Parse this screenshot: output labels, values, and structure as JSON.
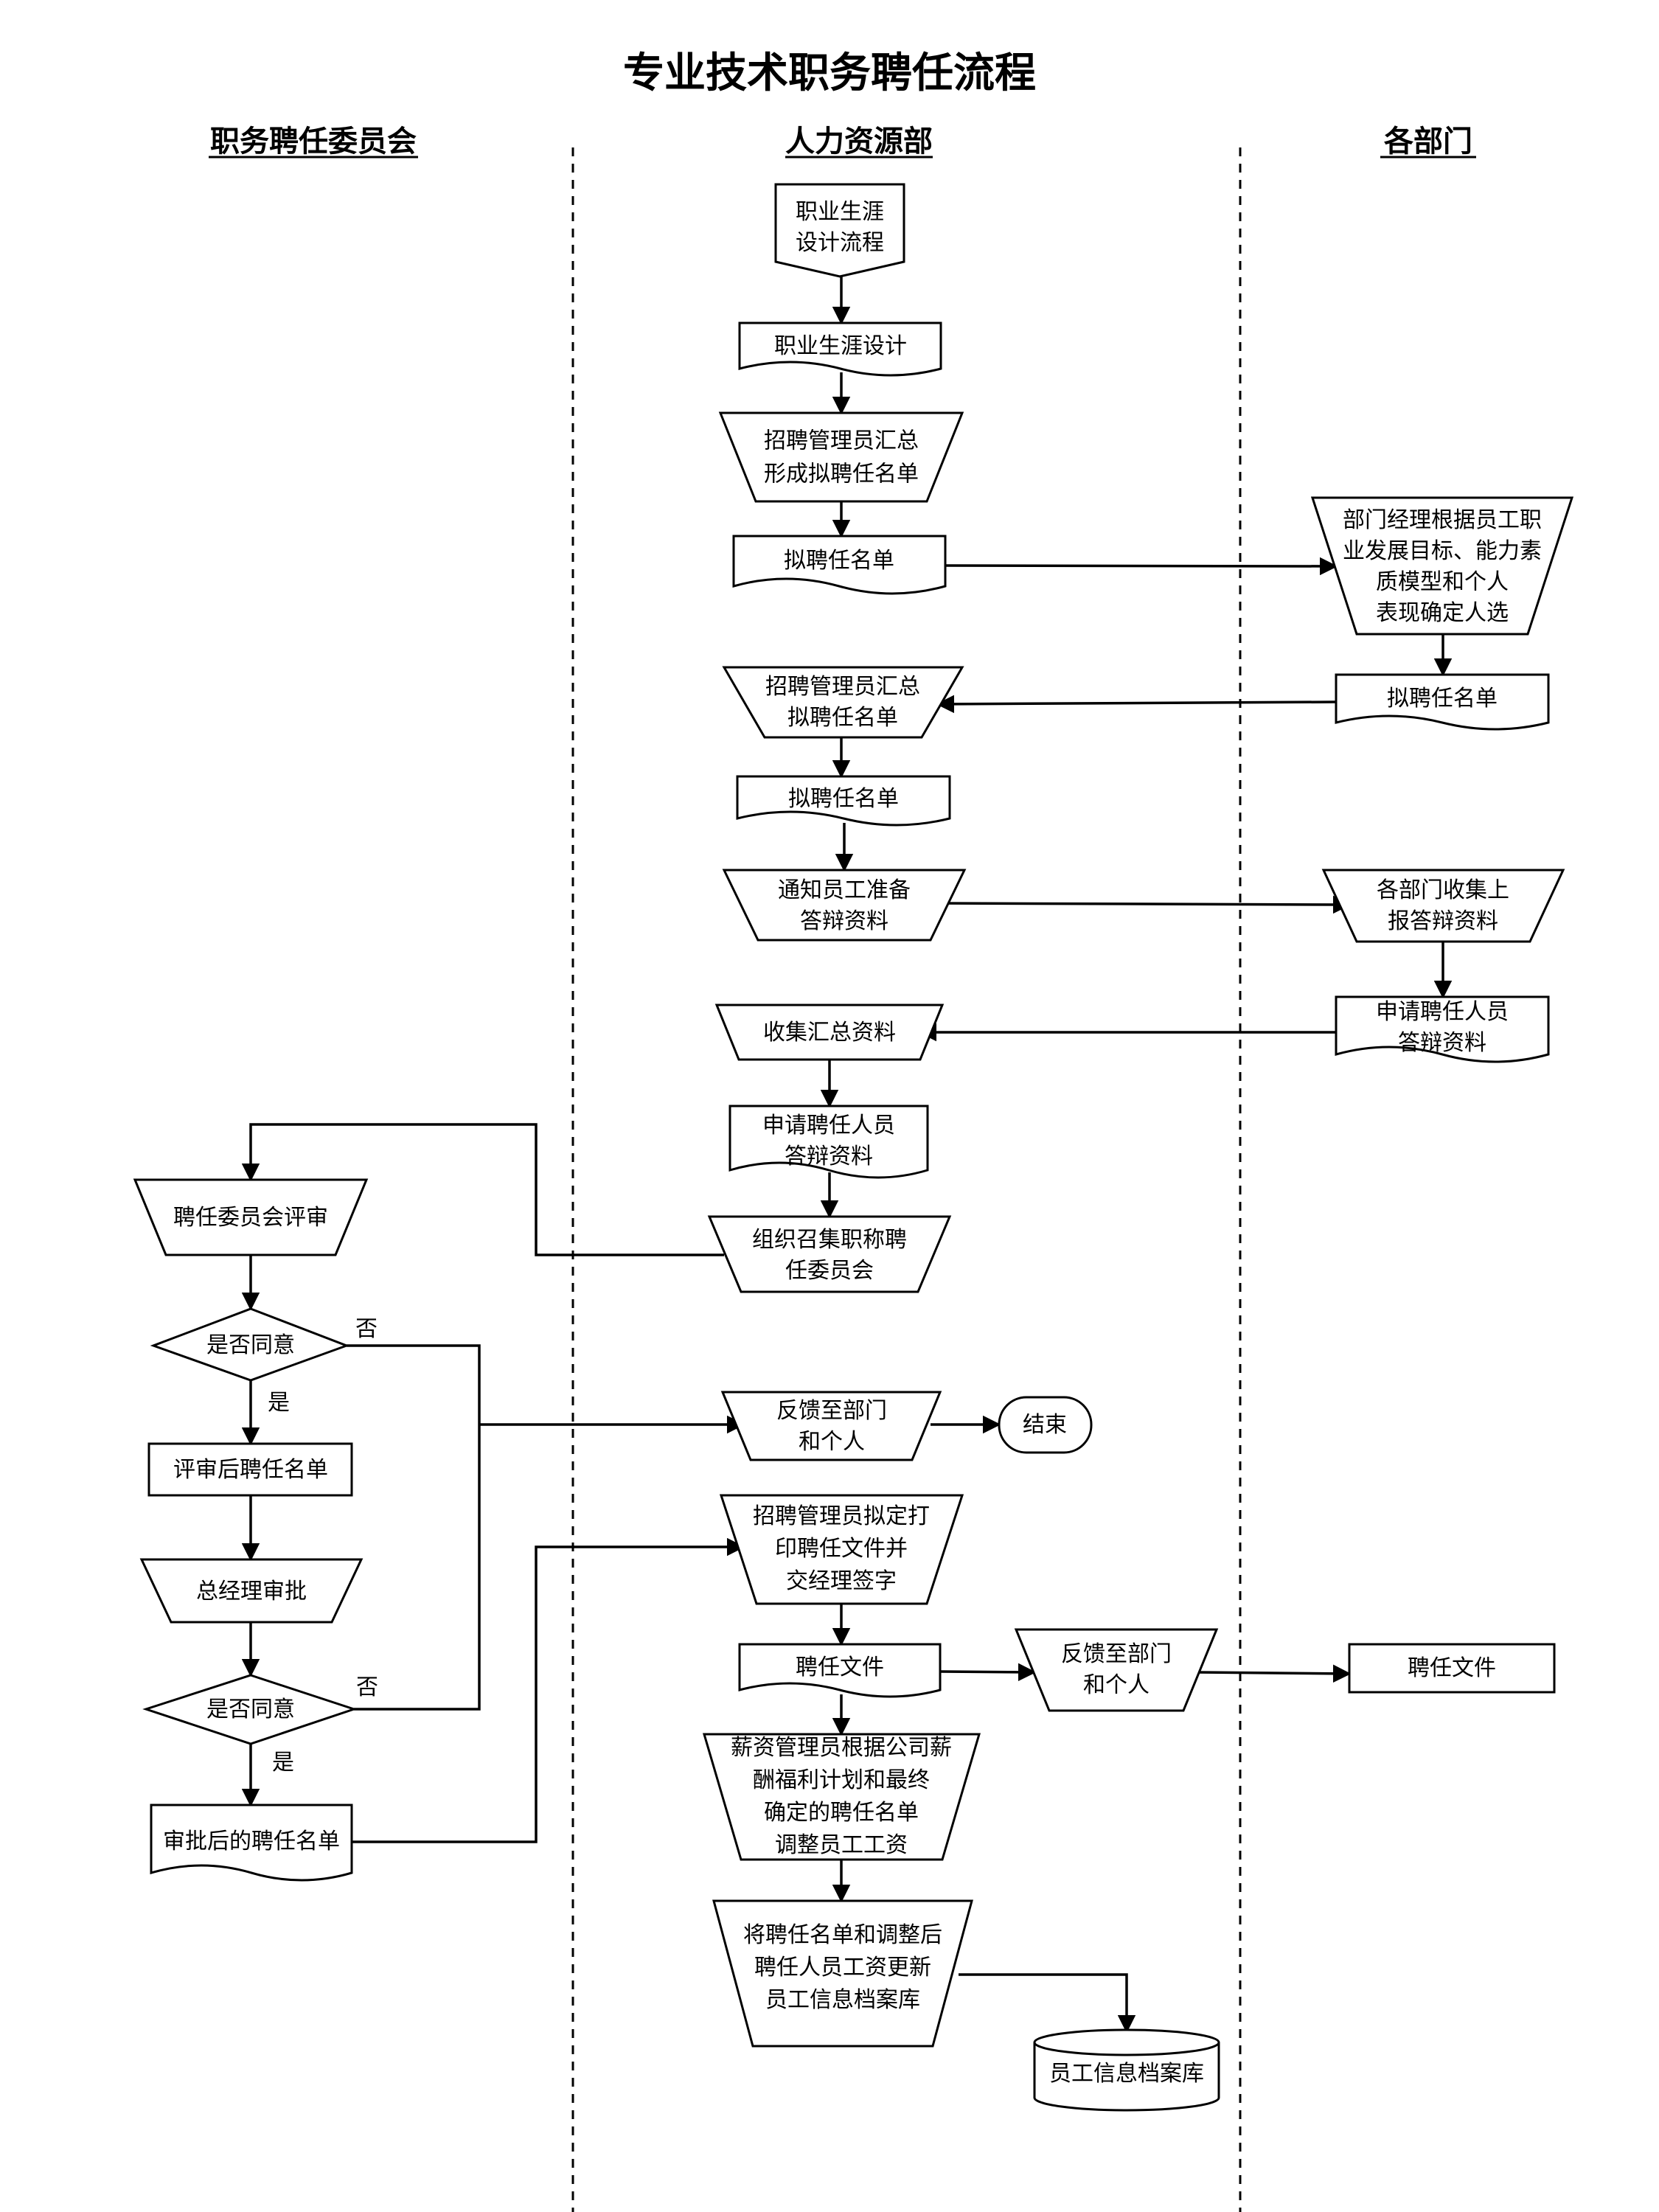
{
  "title": "专业技术职务聘任流程",
  "lanes": {
    "committee": "职务聘任委员会",
    "hr": "人力资源部",
    "departments": "各部门"
  },
  "nodes": {
    "career_process": [
      "职业生涯",
      "设计流程"
    ],
    "career_design": [
      "职业生涯设计"
    ],
    "hr_summary_1": [
      "招聘管理员汇总",
      "形成拟聘任名单"
    ],
    "draft_list_1": [
      "拟聘任名单"
    ],
    "dept_manager": [
      "部门经理根据员工职",
      "业发展目标、能力素",
      "质模型和个人",
      "表现确定人选"
    ],
    "dept_draft_list": [
      "拟聘任名单"
    ],
    "hr_summary_2": [
      "招聘管理员汇总",
      "拟聘任名单"
    ],
    "draft_list_2": [
      "拟聘任名单"
    ],
    "notify_staff": [
      "通知员工准备",
      "答辩资料"
    ],
    "dept_collect": [
      "各部门收集上",
      "报答辩资料"
    ],
    "dept_defense_materials": [
      "申请聘任人员",
      "答辩资料"
    ],
    "collect_summary": [
      "收集汇总资料"
    ],
    "hr_defense_materials": [
      "申请聘任人员",
      "答辩资料"
    ],
    "organize_committee": [
      "组织召集职称聘",
      "任委员会"
    ],
    "committee_review": [
      "聘任委员会评审"
    ],
    "agree_1": [
      "是否同意"
    ],
    "reviewed_list": [
      "评审后聘任名单"
    ],
    "gm_approval": [
      "总经理审批"
    ],
    "agree_2": [
      "是否同意"
    ],
    "approved_list": [
      "审批后的聘任名单"
    ],
    "feedback_1": [
      "反馈至部门",
      "和个人"
    ],
    "end": [
      "结束"
    ],
    "print_docs": [
      "招聘管理员拟定打",
      "印聘任文件并",
      "交经理签字"
    ],
    "appoint_doc": [
      "聘任文件"
    ],
    "feedback_2": [
      "反馈至部门",
      "和个人"
    ],
    "dept_appoint_doc": [
      "聘任文件"
    ],
    "salary_adjust": [
      "薪资管理员根据公司薪",
      "酬福利计划和最终",
      "确定的聘任名单",
      "调整员工工资"
    ],
    "update_db": [
      "将聘任名单和调整后",
      "聘任人员工资更新",
      "员工信息档案库"
    ],
    "employee_db": [
      "员工信息档案库"
    ]
  },
  "edge_labels": {
    "no_1": "否",
    "yes_1": "是",
    "no_2": "否",
    "yes_2": "是"
  }
}
